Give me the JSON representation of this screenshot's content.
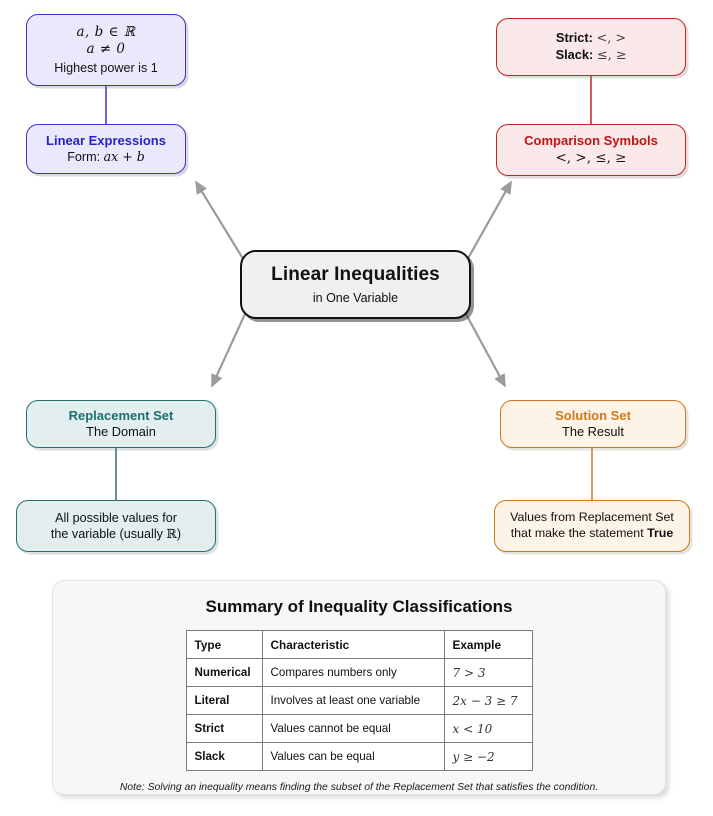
{
  "central": {
    "title": "Linear Inequalities",
    "subtitle": "in One Variable"
  },
  "branches": {
    "linear_expressions": {
      "title": "Linear Expressions",
      "subtitle_prefix": "Form: ",
      "subtitle_math": "ax + b",
      "detail_line1": "a, b  ∈  ℝ",
      "detail_line2": "a   ≠   0",
      "detail_line3": "Highest power is 1",
      "color": "#3a35c4"
    },
    "comparison_symbols": {
      "title": "Comparison Symbols",
      "subtitle": "<, >, ≤, ≥",
      "detail_strict_label": "Strict:",
      "detail_strict_value": "<, >",
      "detail_slack_label": "Slack:",
      "detail_slack_value": "≤, ≥",
      "color": "#c32525"
    },
    "replacement_set": {
      "title": "Replacement Set",
      "subtitle": "The Domain",
      "detail_line1": "All possible values for",
      "detail_line2_prefix": "the variable (usually ",
      "detail_line2_math": "ℝ",
      "detail_line2_suffix": ")",
      "color": "#27706f"
    },
    "solution_set": {
      "title": "Solution Set",
      "subtitle": "The Result",
      "detail_line1": "Values from Replacement Set",
      "detail_line2_prefix": "that make the statement ",
      "detail_line2_bold": "True",
      "color": "#cd7a22"
    }
  },
  "summary": {
    "title": "Summary of Inequality Classifications",
    "columns": [
      "Type",
      "Characteristic",
      "Example"
    ],
    "rows": [
      {
        "type": "Numerical",
        "characteristic": "Compares numbers only",
        "example": "7 > 3"
      },
      {
        "type": "Literal",
        "characteristic": "Involves at least one variable",
        "example": "2x − 3 ≥ 7"
      },
      {
        "type": "Strict",
        "characteristic": "Values cannot be equal",
        "example": "x < 10"
      },
      {
        "type": "Slack",
        "characteristic": "Values can be equal",
        "example": "y ≥ −2"
      }
    ],
    "note": "Note: Solving an inequality means finding the subset of the Replacement Set that satisfies the condition."
  },
  "colors": {
    "arrow": "#9b9b9b",
    "central_border": "#111111",
    "central_fill": "#f0f0f0"
  }
}
